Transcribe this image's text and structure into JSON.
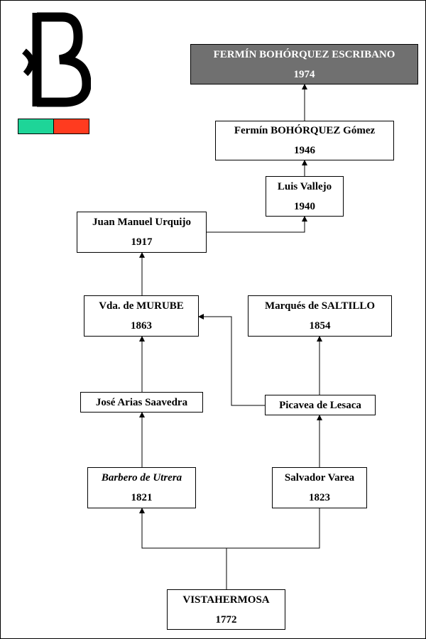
{
  "brand": {
    "logo": "B-brand-mark",
    "colors": [
      "#1ed598",
      "#ff3b1f"
    ]
  },
  "nodes": {
    "fermin_escribano": {
      "name": "FERMÍN BOHÓRQUEZ ESCRIBANO",
      "year": "1974"
    },
    "fermin_gomez": {
      "name": "Fermín BOHÓRQUEZ Gómez",
      "year": "1946"
    },
    "luis_vallejo": {
      "name": "Luis Vallejo",
      "year": "1940"
    },
    "juan_manuel_urquijo": {
      "name": "Juan Manuel Urquijo",
      "year": "1917"
    },
    "vda_murube": {
      "name": "Vda. de MURUBE",
      "year": "1863"
    },
    "marques_saltillo": {
      "name": "Marqués de SALTILLO",
      "year": "1854"
    },
    "jose_arias": {
      "name": "José Arias Saavedra"
    },
    "picavea_lesaca": {
      "name": "Picavea de Lesaca"
    },
    "barbero_utrera": {
      "name": "Barbero de Utrera",
      "year": "1821"
    },
    "salvador_varea": {
      "name": "Salvador Varea",
      "year": "1823"
    },
    "vistahermosa": {
      "name": "VISTAHERMOSA",
      "year": "1772"
    }
  }
}
